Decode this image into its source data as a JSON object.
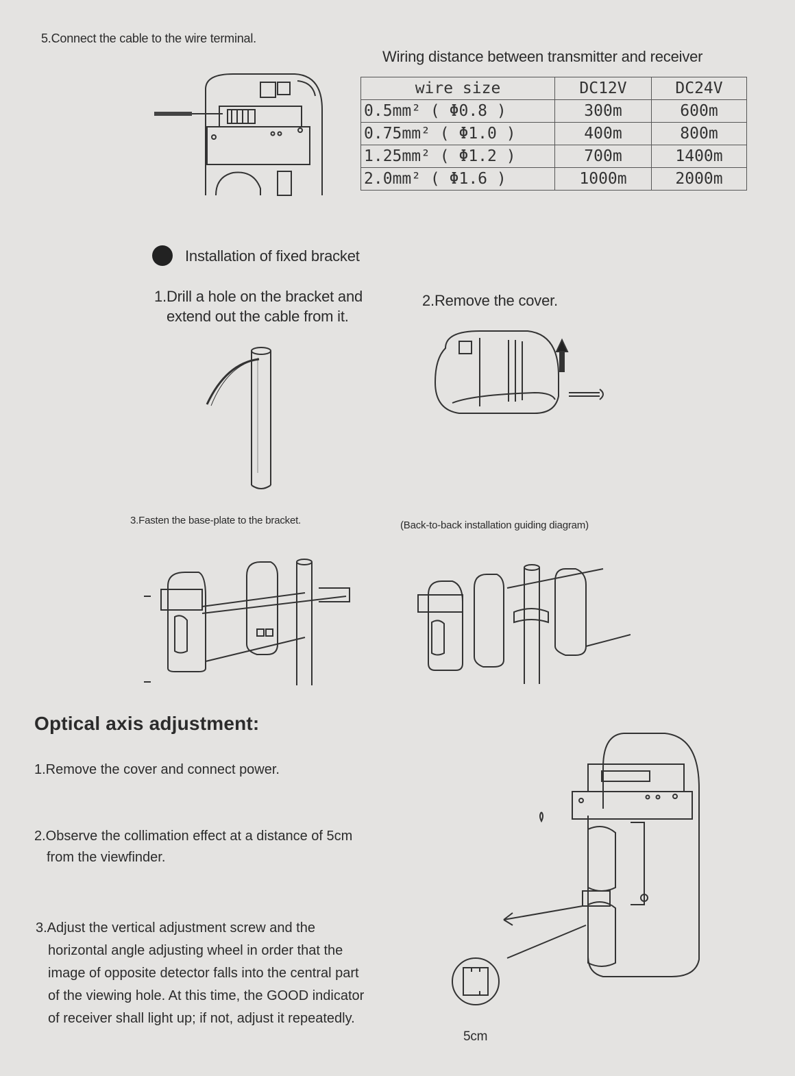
{
  "step5": {
    "text": "5.Connect the cable to the wire terminal."
  },
  "wiring": {
    "caption": "Wiring distance between transmitter and receiver",
    "headers": [
      "wire size",
      "DC12V",
      "DC24V"
    ],
    "rows": [
      {
        "size": "0.5mm² ( Φ0.8 )",
        "dc12": "300m",
        "dc24": "600m"
      },
      {
        "size": "0.75mm² ( Φ1.0 )",
        "dc12": "400m",
        "dc24": "800m"
      },
      {
        "size": "1.25mm² ( Φ1.2 )",
        "dc12": "700m",
        "dc24": "1400m"
      },
      {
        "size": "2.0mm² ( Φ1.6 )",
        "dc12": "1000m",
        "dc24": "2000m"
      }
    ]
  },
  "bracket": {
    "title": "Installation of fixed bracket",
    "step1_line1": "1.Drill a hole on the bracket and",
    "step1_line2": "extend out the cable from it.",
    "step2": "2.Remove the cover.",
    "step3": "3.Fasten the base-plate to the bracket.",
    "back_to_back": "(Back-to-back installation guiding diagram)"
  },
  "optical": {
    "heading": "Optical axis adjustment:",
    "step1": "1.Remove the cover and connect power.",
    "step2_line1": "2.Observe the collimation effect at a distance of 5cm",
    "step2_line2": "from the viewfinder.",
    "step3_lines": [
      "3.Adjust the vertical adjustment screw and the",
      "horizontal angle adjusting wheel in order that the",
      "image of opposite detector falls into the central part",
      "of the viewing hole. At this time, the GOOD indicator",
      "of receiver shall light up; if not, adjust it repeatedly."
    ],
    "distance_label": "5cm"
  }
}
